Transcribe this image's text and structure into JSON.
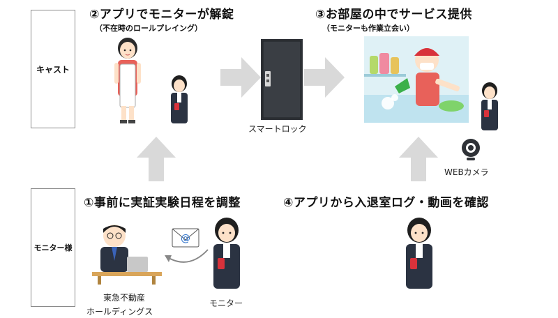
{
  "roles": {
    "cast": "キャスト",
    "monitor": "モニター様"
  },
  "steps": {
    "step1": {
      "title": "①事前に実証実験日程を調整"
    },
    "step2": {
      "title": "②アプリでモニターが解錠",
      "subtitle": "（不在時のロールプレイング）"
    },
    "step3": {
      "title": "③お部屋の中でサービス提供",
      "subtitle": "（モニターも作業立会い）"
    },
    "step4": {
      "title": "④アプリから入退室ログ・動画を確認"
    }
  },
  "captions": {
    "smart_lock": "スマートロック",
    "web_camera": "WEBカメラ",
    "company_line1": "東急不動産",
    "company_line2": "ホールディングス",
    "monitor_person": "モニター"
  },
  "colors": {
    "arrow": "#d9d9d9",
    "door": "#2f3237",
    "apron": "#ffffff",
    "staff_shirt": "#e8615a",
    "suit": "#2b3342",
    "laptop": "#c8c8c8",
    "desk": "#d9a55a",
    "kitchen_bg": "#dff1f6",
    "glove": "#3bb04a"
  },
  "icons": [
    "envelope-icon",
    "at-sign-icon",
    "camera-icon",
    "smart-lock-door-icon"
  ]
}
